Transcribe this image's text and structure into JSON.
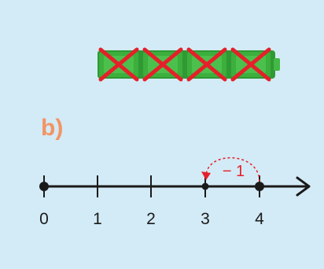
{
  "part_label": "b)",
  "cubes": {
    "count": 4,
    "crossed_out": 4,
    "cube_color": "#3caf3c",
    "cross_color": "#e5202a"
  },
  "number_line": {
    "labels": [
      "0",
      "1",
      "2",
      "3",
      "4"
    ],
    "marked_points": [
      0,
      3,
      4
    ],
    "jump": {
      "from": 4,
      "to": 3,
      "label": "− 1"
    },
    "line_color": "#1a1a1a",
    "jump_color": "#e5202a"
  }
}
